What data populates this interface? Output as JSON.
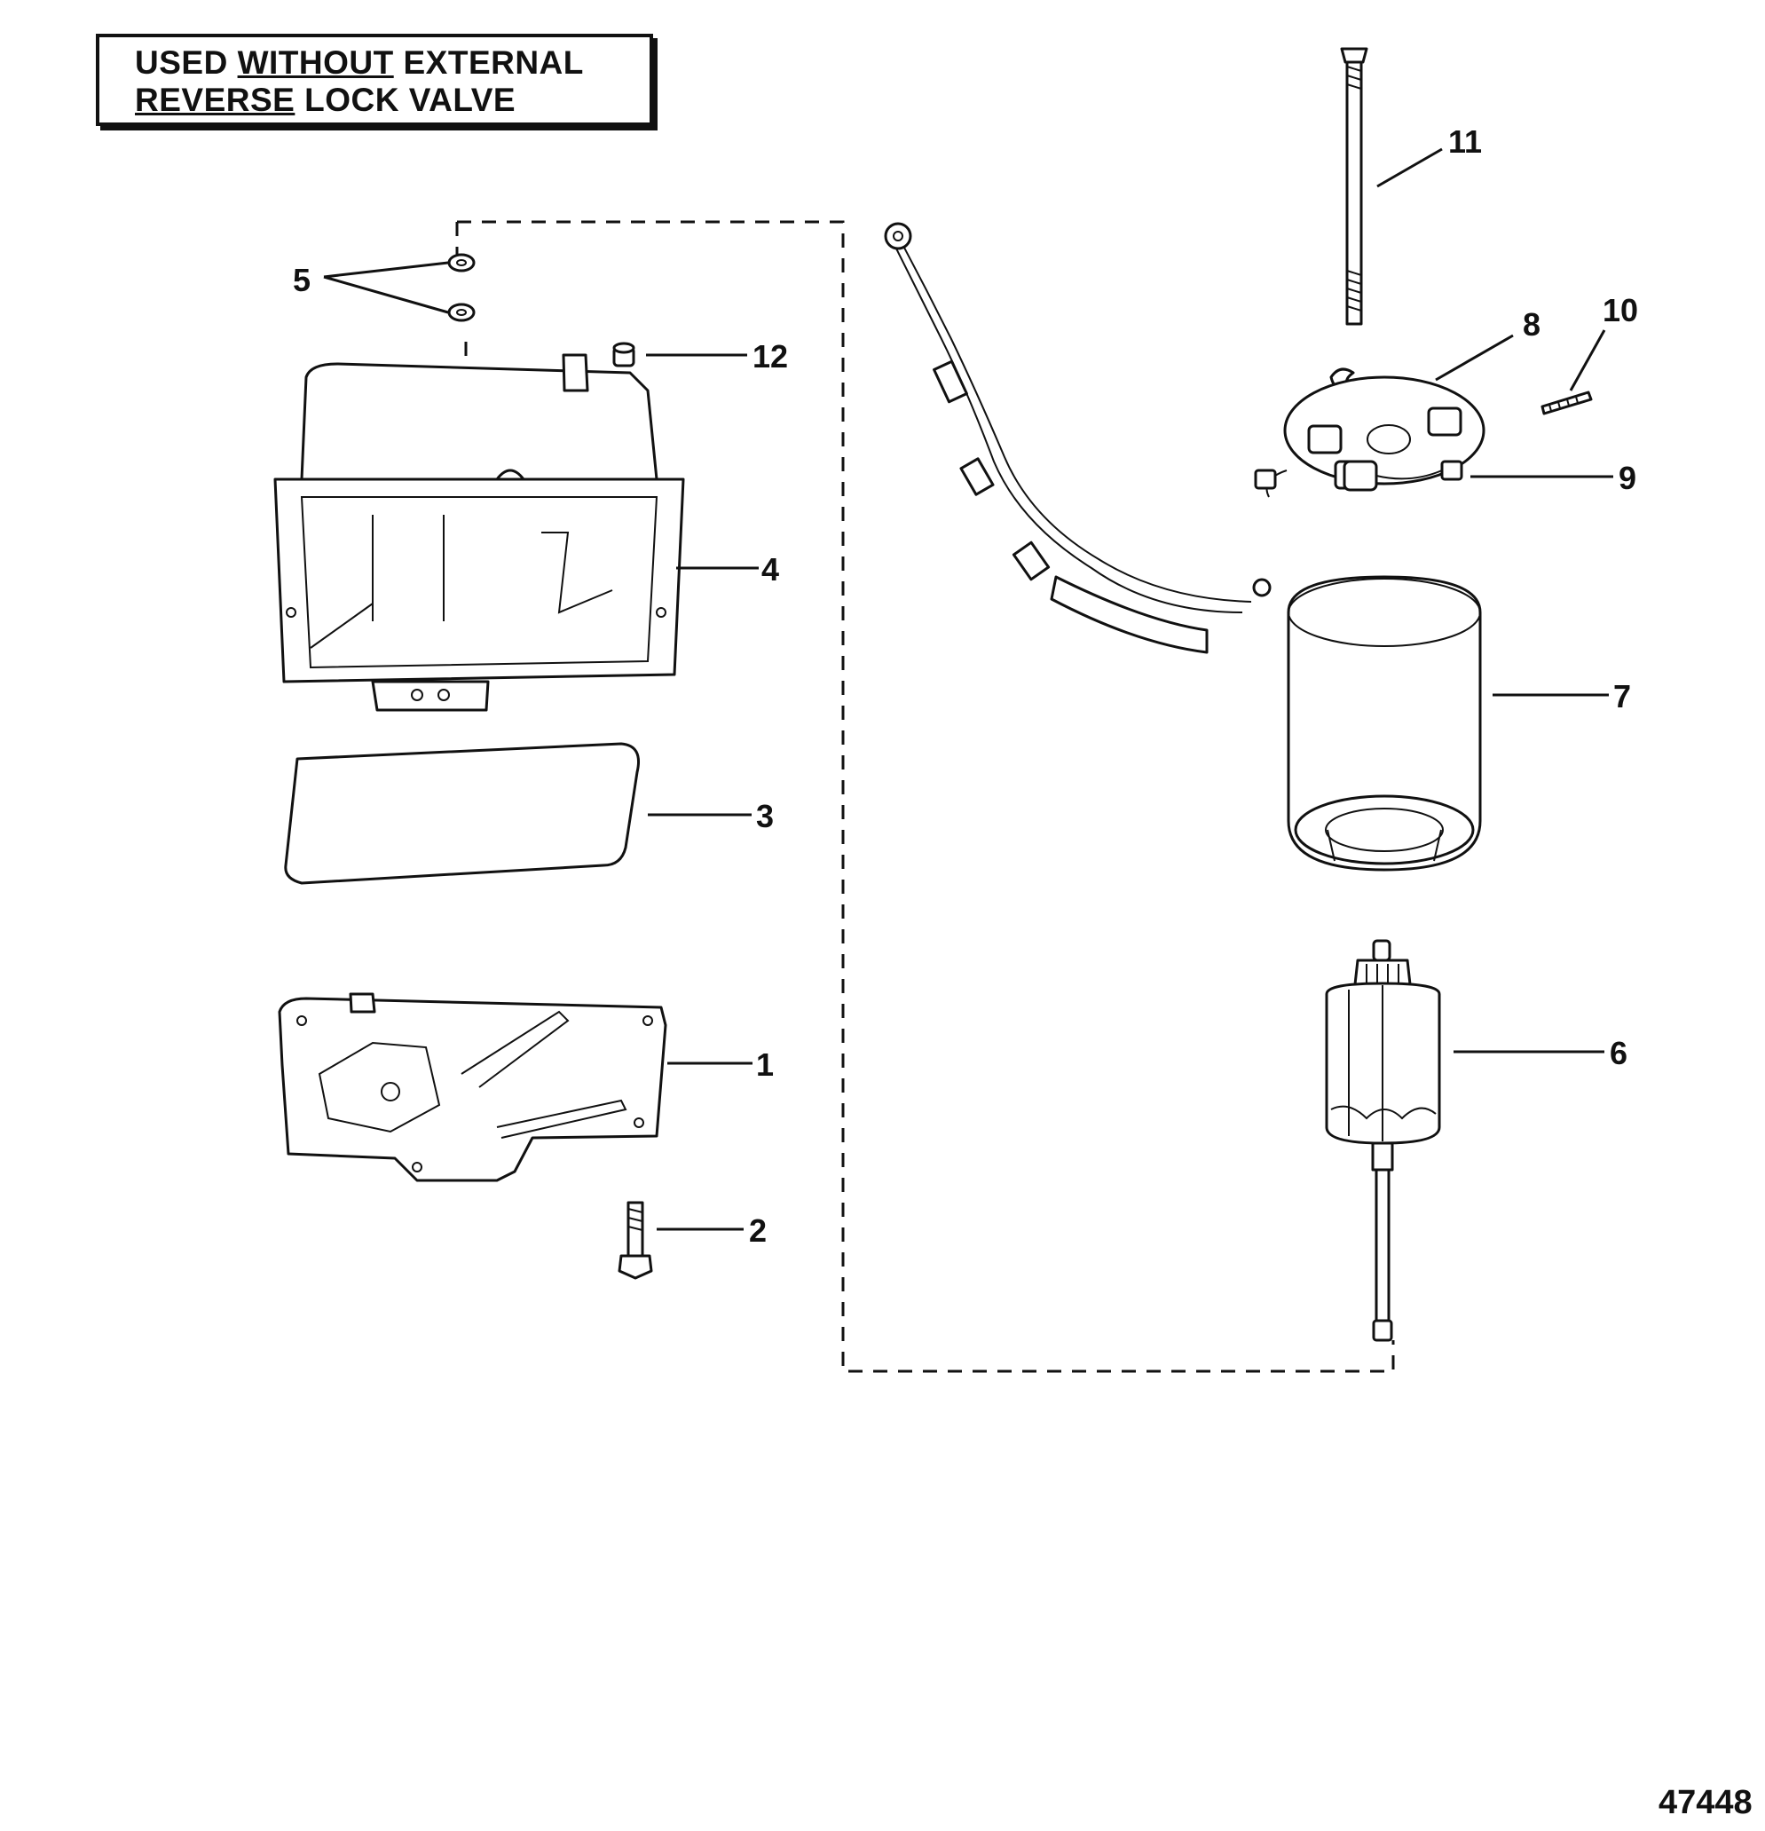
{
  "note": {
    "line1_prefix": "USED ",
    "line1_underlined": "WITHOUT",
    "line1_suffix": " EXTERNAL",
    "line2_underlined": "REVERSE",
    "line2_suffix": " LOCK VALVE"
  },
  "callouts": {
    "c1": "1",
    "c2": "2",
    "c3": "3",
    "c4": "4",
    "c5": "5",
    "c6": "6",
    "c7": "7",
    "c8": "8",
    "c9": "9",
    "c10": "10",
    "c11": "11",
    "c12": "12"
  },
  "figure_number": "47448"
}
